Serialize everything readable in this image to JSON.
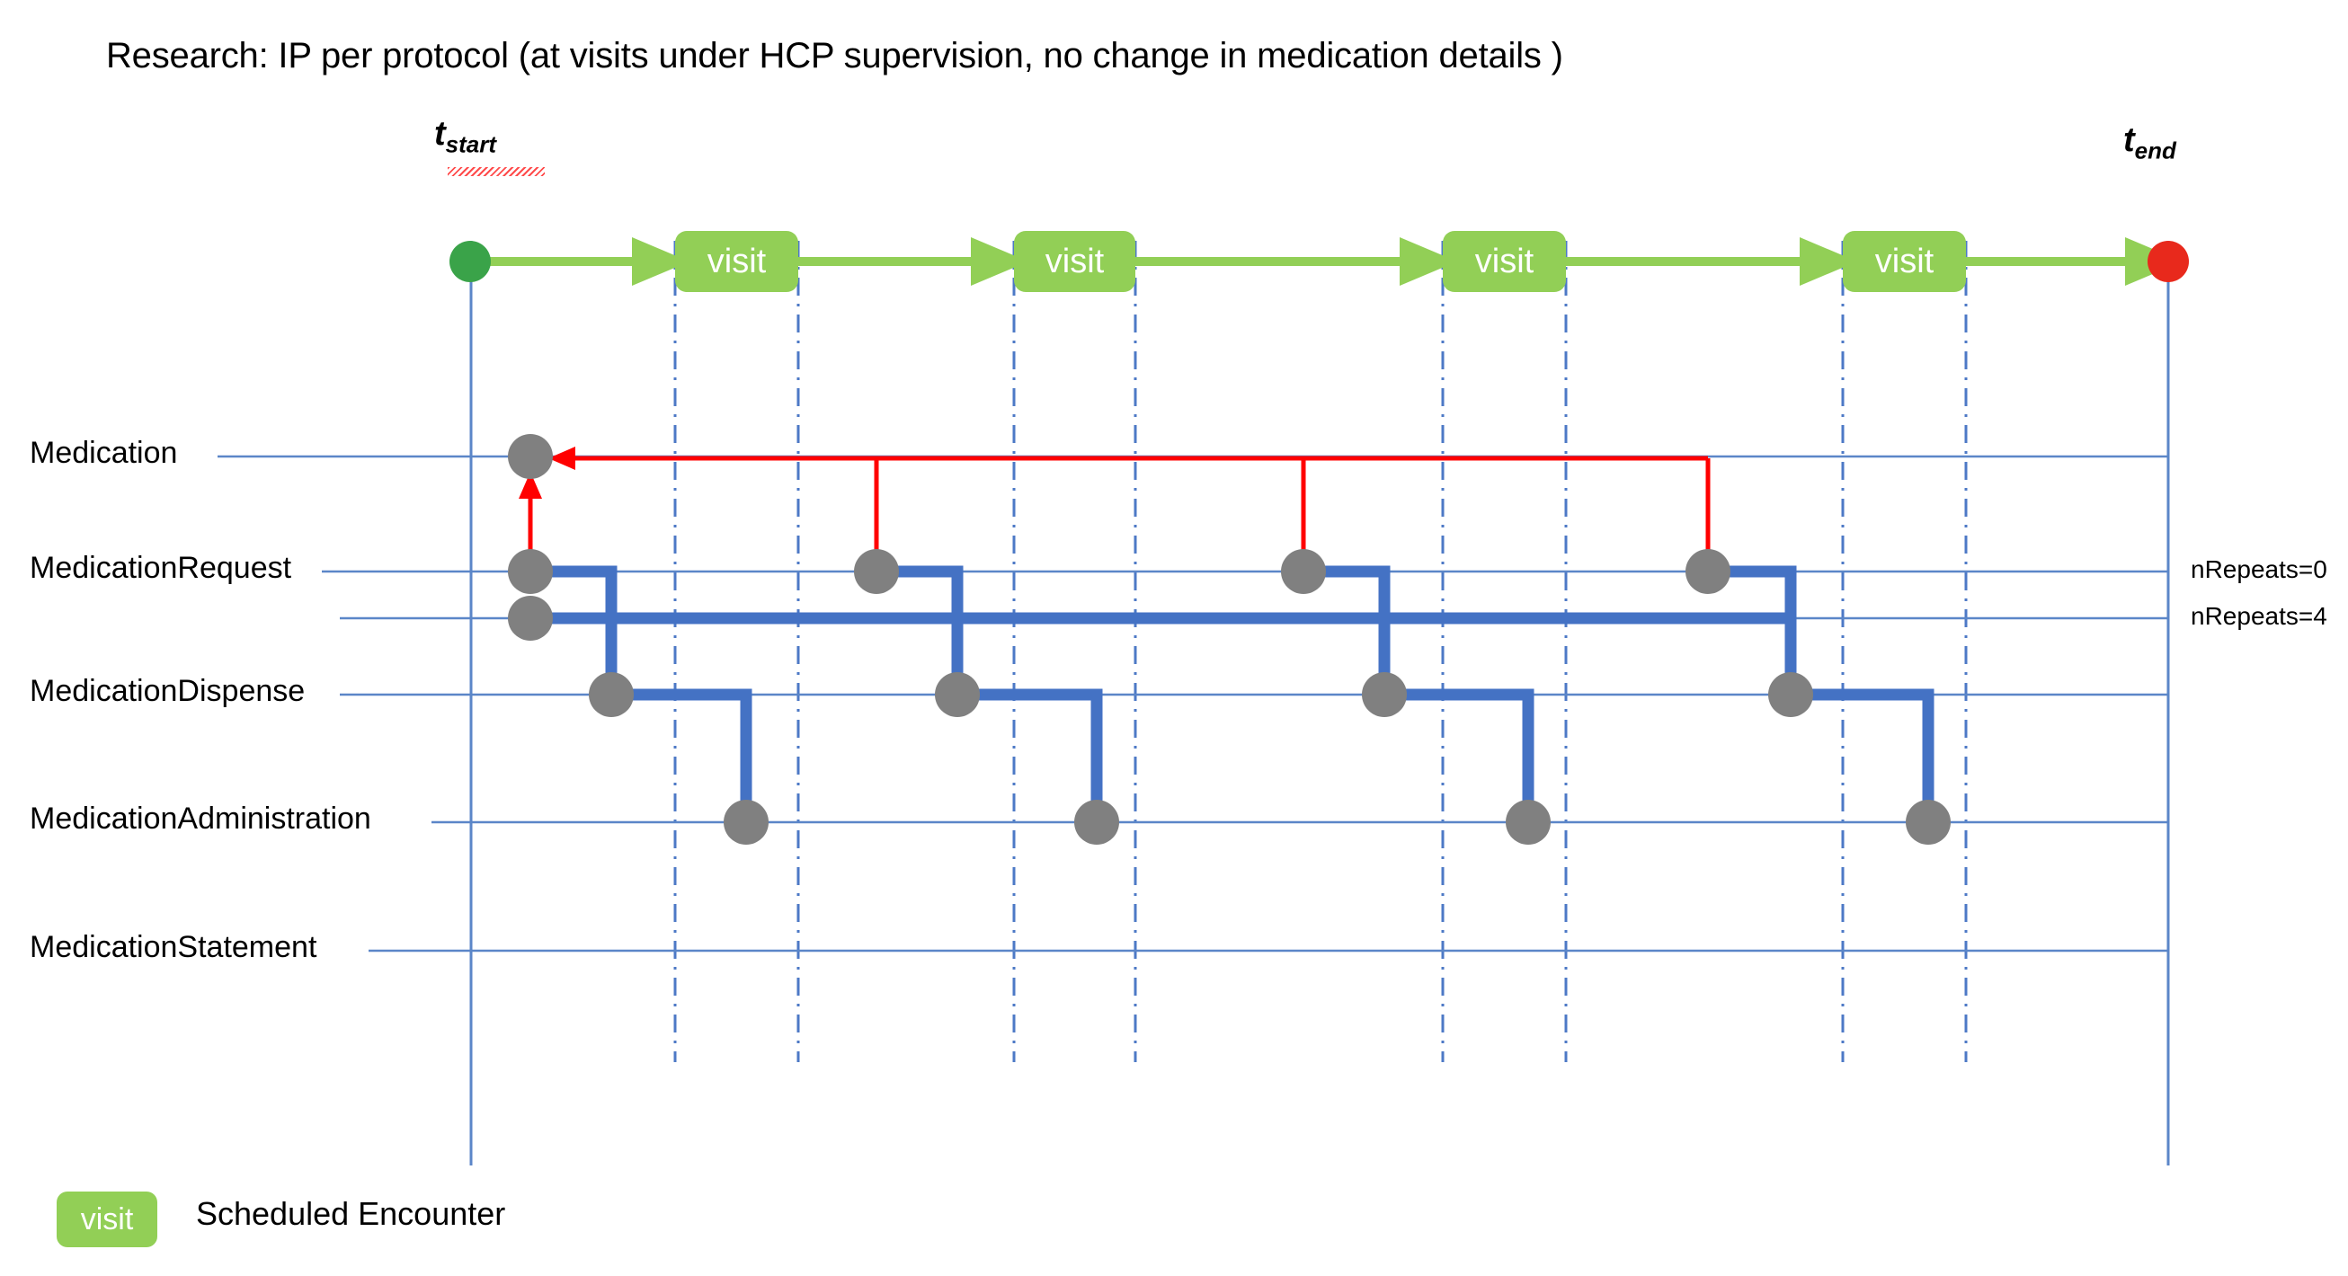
{
  "title": "Research: IP per protocol (at visits under HCP supervision, no change in medication details )",
  "axis": {
    "start_label_main": "t",
    "start_label_sub": "start",
    "end_label_main": "t",
    "end_label_sub": "end"
  },
  "timeline": {
    "start_marker": "start-dot",
    "end_marker": "end-dot",
    "visits": [
      {
        "label": "visit"
      },
      {
        "label": "visit"
      },
      {
        "label": "visit"
      },
      {
        "label": "visit"
      }
    ]
  },
  "rows": [
    {
      "label": "Medication"
    },
    {
      "label": "MedicationRequest"
    },
    {
      "label": "MedicationDispense"
    },
    {
      "label": "MedicationAdministration"
    },
    {
      "label": "MedicationStatement"
    }
  ],
  "annotations": [
    {
      "label": "nRepeats=0"
    },
    {
      "label": "nRepeats=4"
    }
  ],
  "legend": {
    "chip_label": "visit",
    "description": "Scheduled Encounter"
  },
  "colors": {
    "visit_green": "#92CF56",
    "start_dot": "#3AA349",
    "end_dot": "#E8291C",
    "node_grey": "#808080",
    "link_blue": "#4472C4",
    "lane_blue": "#4472C4",
    "arrow_red": "#FF0000"
  },
  "chart_data": {
    "type": "timeline",
    "title": "Research: IP per protocol (at visits under HCP supervision, no change in medication details )",
    "lanes": [
      "Medication",
      "MedicationRequest",
      "nRepeats=4",
      "MedicationDispense",
      "MedicationAdministration",
      "MedicationStatement"
    ],
    "visit_count": 4,
    "nodes": {
      "Medication": [
        590
      ],
      "MedicationRequest": [
        590,
        975,
        1450,
        1900
      ],
      "nRepeats=4": [
        590
      ],
      "MedicationDispense": [
        680,
        1065,
        1540,
        1992
      ],
      "MedicationAdministration": [
        830,
        1220,
        1700,
        2145
      ],
      "MedicationStatement": []
    },
    "legend": [
      "visit = Scheduled Encounter"
    ]
  }
}
